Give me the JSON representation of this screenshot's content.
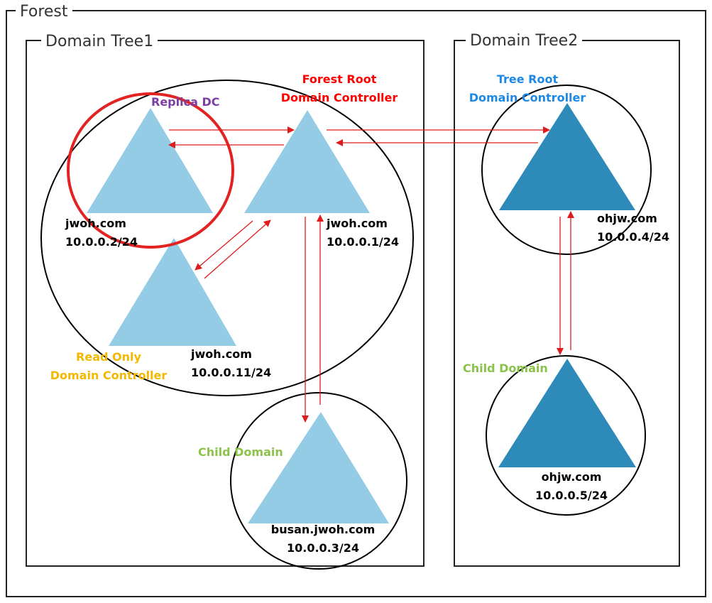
{
  "frames": {
    "forest": "Forest",
    "tree1": "Domain Tree1",
    "tree2": "Domain Tree2"
  },
  "roles": {
    "replica": "Replica DC",
    "forest_root_line1": "Forest Root",
    "forest_root_line2": "Domain Controller",
    "tree_root_line1": "Tree Root",
    "tree_root_line2": "Domain Controller",
    "read_only_line1": "Read Only",
    "read_only_line2": "Domain Controller",
    "child_domain_1": "Child Domain",
    "child_domain_2": "Child Domain"
  },
  "nodes": {
    "replica": {
      "domain": "jwoh.com",
      "ip": "10.0.0.2/24"
    },
    "forest_root": {
      "domain": "jwoh.com",
      "ip": "10.0.0.1/24"
    },
    "read_only": {
      "domain": "jwoh.com",
      "ip": "10.0.0.11/24"
    },
    "busan": {
      "domain": "busan.jwoh.com",
      "ip": "10.0.0.3/24"
    },
    "tree_root": {
      "domain": "ohjw.com",
      "ip": "10.0.0.4/24"
    },
    "child2": {
      "domain": "ohjw.com",
      "ip": "10.0.0.5/24"
    }
  },
  "colors": {
    "light_triangle": "#94CCE6",
    "dark_triangle": "#2E8AB8",
    "arrow": "#E01B1B",
    "highlight_circle": "#E32222",
    "replica_label": "#7B3FA6",
    "forest_root_label": "#FF0000",
    "tree_root_label": "#1E88E5",
    "read_only_label": "#F5B800",
    "child_label": "#8BC34A"
  }
}
